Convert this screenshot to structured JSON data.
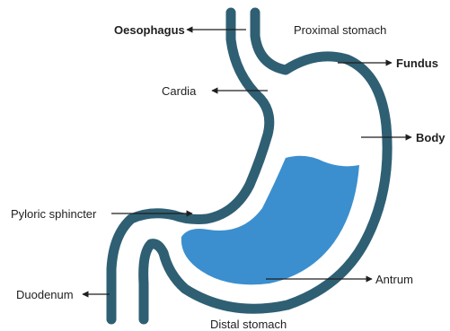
{
  "colors": {
    "wall": "#2f5f73",
    "contents": "#3b8fce",
    "interior": "#ffffff",
    "text": "#1f1f1f"
  },
  "labels": {
    "oesophagus": "Oesophagus",
    "proximal_stomach": "Proximal stomach",
    "fundus": "Fundus",
    "cardia": "Cardia",
    "body": "Body",
    "pyloric_sphincter": "Pyloric sphincter",
    "duodenum": "Duodenum",
    "antrum": "Antrum",
    "distal_stomach": "Distal stomach"
  }
}
